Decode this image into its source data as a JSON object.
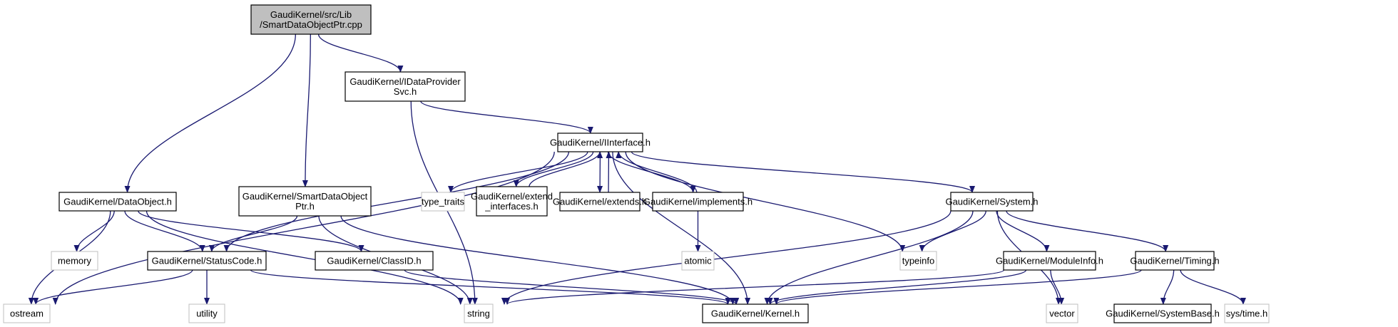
{
  "diagram": {
    "title": "Include dependency graph for SmartDataObjectPtr.cpp",
    "colors": {
      "edge": "#191970",
      "root_fill": "#bfbfbf",
      "node_border": "#000000",
      "system_border": "#bfbfbf",
      "text": "#000000"
    },
    "nodes": [
      {
        "id": "root",
        "lines": [
          "GaudiKernel/src/Lib",
          "/SmartDataObjectPtr.cpp"
        ],
        "kind": "root"
      },
      {
        "id": "idataprovidersvc",
        "lines": [
          "GaudiKernel/IDataProvider",
          "Svc.h"
        ],
        "kind": "header"
      },
      {
        "id": "iinterface",
        "lines": [
          "GaudiKernel/IInterface.h"
        ],
        "kind": "header"
      },
      {
        "id": "dataobject",
        "lines": [
          "GaudiKernel/DataObject.h"
        ],
        "kind": "header"
      },
      {
        "id": "smartdataobjectptr",
        "lines": [
          "GaudiKernel/SmartDataObject",
          "Ptr.h"
        ],
        "kind": "header"
      },
      {
        "id": "type_traits",
        "lines": [
          "type_traits"
        ],
        "kind": "system"
      },
      {
        "id": "extend_interfaces",
        "lines": [
          "GaudiKernel/extend",
          "_interfaces.h"
        ],
        "kind": "header"
      },
      {
        "id": "extends",
        "lines": [
          "GaudiKernel/extends.h"
        ],
        "kind": "header"
      },
      {
        "id": "implements",
        "lines": [
          "GaudiKernel/implements.h"
        ],
        "kind": "header"
      },
      {
        "id": "system",
        "lines": [
          "GaudiKernel/System.h"
        ],
        "kind": "header"
      },
      {
        "id": "memory",
        "lines": [
          "memory"
        ],
        "kind": "system"
      },
      {
        "id": "statuscode",
        "lines": [
          "GaudiKernel/StatusCode.h"
        ],
        "kind": "header"
      },
      {
        "id": "classid",
        "lines": [
          "GaudiKernel/ClassID.h"
        ],
        "kind": "header"
      },
      {
        "id": "atomic",
        "lines": [
          "atomic"
        ],
        "kind": "system"
      },
      {
        "id": "typeinfo",
        "lines": [
          "typeinfo"
        ],
        "kind": "system"
      },
      {
        "id": "moduleinfo",
        "lines": [
          "GaudiKernel/ModuleInfo.h"
        ],
        "kind": "header"
      },
      {
        "id": "timing",
        "lines": [
          "GaudiKernel/Timing.h"
        ],
        "kind": "header"
      },
      {
        "id": "ostream",
        "lines": [
          "ostream"
        ],
        "kind": "system"
      },
      {
        "id": "utility",
        "lines": [
          "utility"
        ],
        "kind": "system"
      },
      {
        "id": "string",
        "lines": [
          "string"
        ],
        "kind": "system"
      },
      {
        "id": "kernel",
        "lines": [
          "GaudiKernel/Kernel.h"
        ],
        "kind": "header"
      },
      {
        "id": "vector",
        "lines": [
          "vector"
        ],
        "kind": "system"
      },
      {
        "id": "systembase",
        "lines": [
          "GaudiKernel/SystemBase.h"
        ],
        "kind": "header"
      },
      {
        "id": "systime",
        "lines": [
          "sys/time.h"
        ],
        "kind": "system"
      }
    ],
    "edges": [
      {
        "from": "root",
        "to": "dataobject"
      },
      {
        "from": "root",
        "to": "smartdataobjectptr"
      },
      {
        "from": "root",
        "to": "idataprovidersvc"
      },
      {
        "from": "idataprovidersvc",
        "to": "iinterface"
      },
      {
        "from": "idataprovidersvc",
        "to": "string"
      },
      {
        "from": "iinterface",
        "to": "ostream"
      },
      {
        "from": "iinterface",
        "to": "statuscode"
      },
      {
        "from": "iinterface",
        "to": "type_traits"
      },
      {
        "from": "iinterface",
        "to": "extend_interfaces"
      },
      {
        "from": "extend_interfaces",
        "to": "iinterface"
      },
      {
        "from": "iinterface",
        "to": "extends"
      },
      {
        "from": "extends",
        "to": "iinterface"
      },
      {
        "from": "iinterface",
        "to": "implements"
      },
      {
        "from": "implements",
        "to": "iinterface"
      },
      {
        "from": "iinterface",
        "to": "kernel"
      },
      {
        "from": "iinterface",
        "to": "typeinfo"
      },
      {
        "from": "iinterface",
        "to": "system"
      },
      {
        "from": "implements",
        "to": "atomic"
      },
      {
        "from": "dataobject",
        "to": "ostream"
      },
      {
        "from": "dataobject",
        "to": "memory"
      },
      {
        "from": "dataobject",
        "to": "statuscode"
      },
      {
        "from": "dataobject",
        "to": "classid"
      },
      {
        "from": "dataobject",
        "to": "string"
      },
      {
        "from": "smartdataobjectptr",
        "to": "statuscode"
      },
      {
        "from": "smartdataobjectptr",
        "to": "string"
      },
      {
        "from": "smartdataobjectptr",
        "to": "kernel"
      },
      {
        "from": "statuscode",
        "to": "ostream"
      },
      {
        "from": "statuscode",
        "to": "utility"
      },
      {
        "from": "statuscode",
        "to": "kernel"
      },
      {
        "from": "classid",
        "to": "kernel"
      },
      {
        "from": "system",
        "to": "typeinfo"
      },
      {
        "from": "system",
        "to": "string"
      },
      {
        "from": "system",
        "to": "kernel"
      },
      {
        "from": "system",
        "to": "moduleinfo"
      },
      {
        "from": "system",
        "to": "timing"
      },
      {
        "from": "system",
        "to": "vector"
      },
      {
        "from": "moduleinfo",
        "to": "string"
      },
      {
        "from": "moduleinfo",
        "to": "kernel"
      },
      {
        "from": "moduleinfo",
        "to": "vector"
      },
      {
        "from": "timing",
        "to": "kernel"
      },
      {
        "from": "timing",
        "to": "systembase"
      },
      {
        "from": "timing",
        "to": "systime"
      }
    ]
  }
}
